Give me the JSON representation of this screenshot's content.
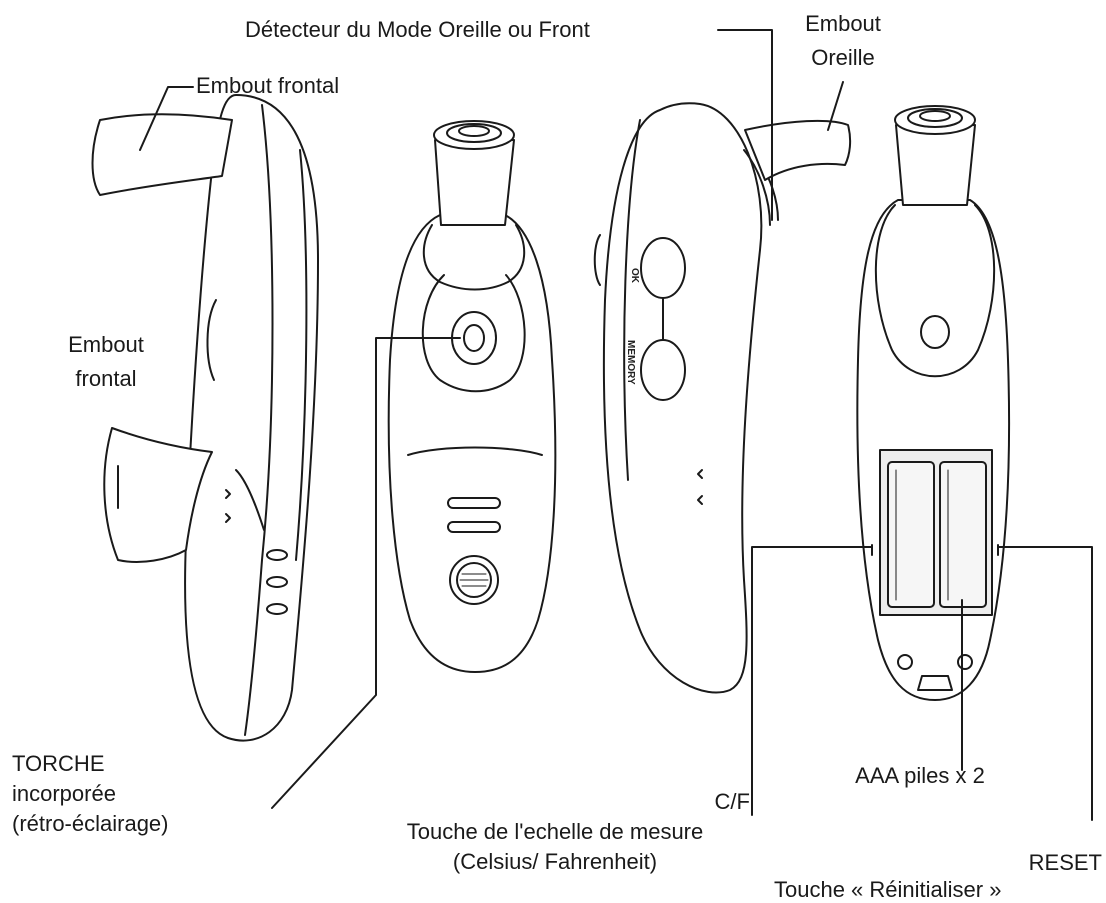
{
  "labels": {
    "mode_detector": "Détecteur du Mode Oreille ou Front",
    "ear_tip_line1": "Embout",
    "ear_tip_line2": "Oreille",
    "forehead_tip_top": "Embout frontal",
    "forehead_tip_side_line1": "Embout",
    "forehead_tip_side_line2": "frontal",
    "torch_line1": "TORCHE",
    "torch_line2": "incorporée",
    "torch_line3": "(rétro-éclairage)",
    "cf_line1": "C/F",
    "cf_line2": "Touche de l'echelle de mesure",
    "cf_line3": "(Celsius/ Fahrenheit)",
    "batteries": "AAA piles x 2",
    "reset_line1": "RESET",
    "reset_line2": "Touche « Réinitialiser »"
  },
  "device_buttons": {
    "ok": "OK",
    "memory": "MEMORY"
  },
  "colors": {
    "line": "#1a1a1a",
    "device_fill": "#ffffff",
    "battery_fill": "#e9e9e9"
  }
}
